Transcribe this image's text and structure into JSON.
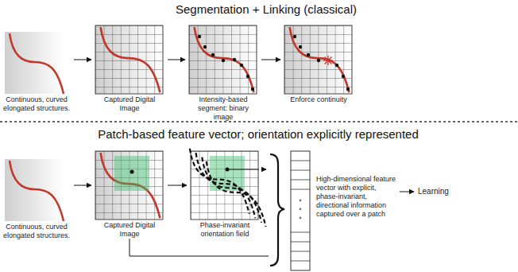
{
  "diagram": {
    "nodes": [
      {
        "text": [
          "Continuous, curved elongated structures."
        ]
      },
      {
        "text": [
          "Captured Digital Image"
        ]
      },
      {
        "text": [
          "Intensity-based segment: binary image"
        ]
      },
      {
        "text": [
          "Enforce continuity"
        ]
      },
      {
        "text": [
          "Continuous, curved elongated structures."
        ]
      },
      {
        "text": [
          "Captured Digital Image"
        ]
      },
      {
        "text": [
          "Phase-invariant orientation field"
        ]
      },
      {
        "text": [
          "High-dimensional feature vector with explicit, phase-invariant, directional information captured over a patch"
        ]
      },
      {
        "text": [
          "Learning"
        ]
      }
    ],
    "edges": [
      {
        "from": 0,
        "to": 1,
        "arrow": "to"
      },
      {
        "from": 1,
        "to": 2,
        "arrow": "to"
      },
      {
        "from": 2,
        "to": 3,
        "arrow": "to"
      },
      {
        "from": 4,
        "to": 5,
        "arrow": "to"
      },
      {
        "from": 5,
        "to": 6,
        "arrow": "to"
      },
      {
        "from": 6,
        "to": 7,
        "arrow": "to"
      },
      {
        "from": 5,
        "to": 7,
        "arrow": "none"
      },
      {
        "from": 7,
        "to": 8,
        "arrow": "to"
      }
    ],
    "labels": [
      "Segmentation + Linking (classical)",
      "Patch-based feature vector; orientation explicitly represented"
    ]
  }
}
